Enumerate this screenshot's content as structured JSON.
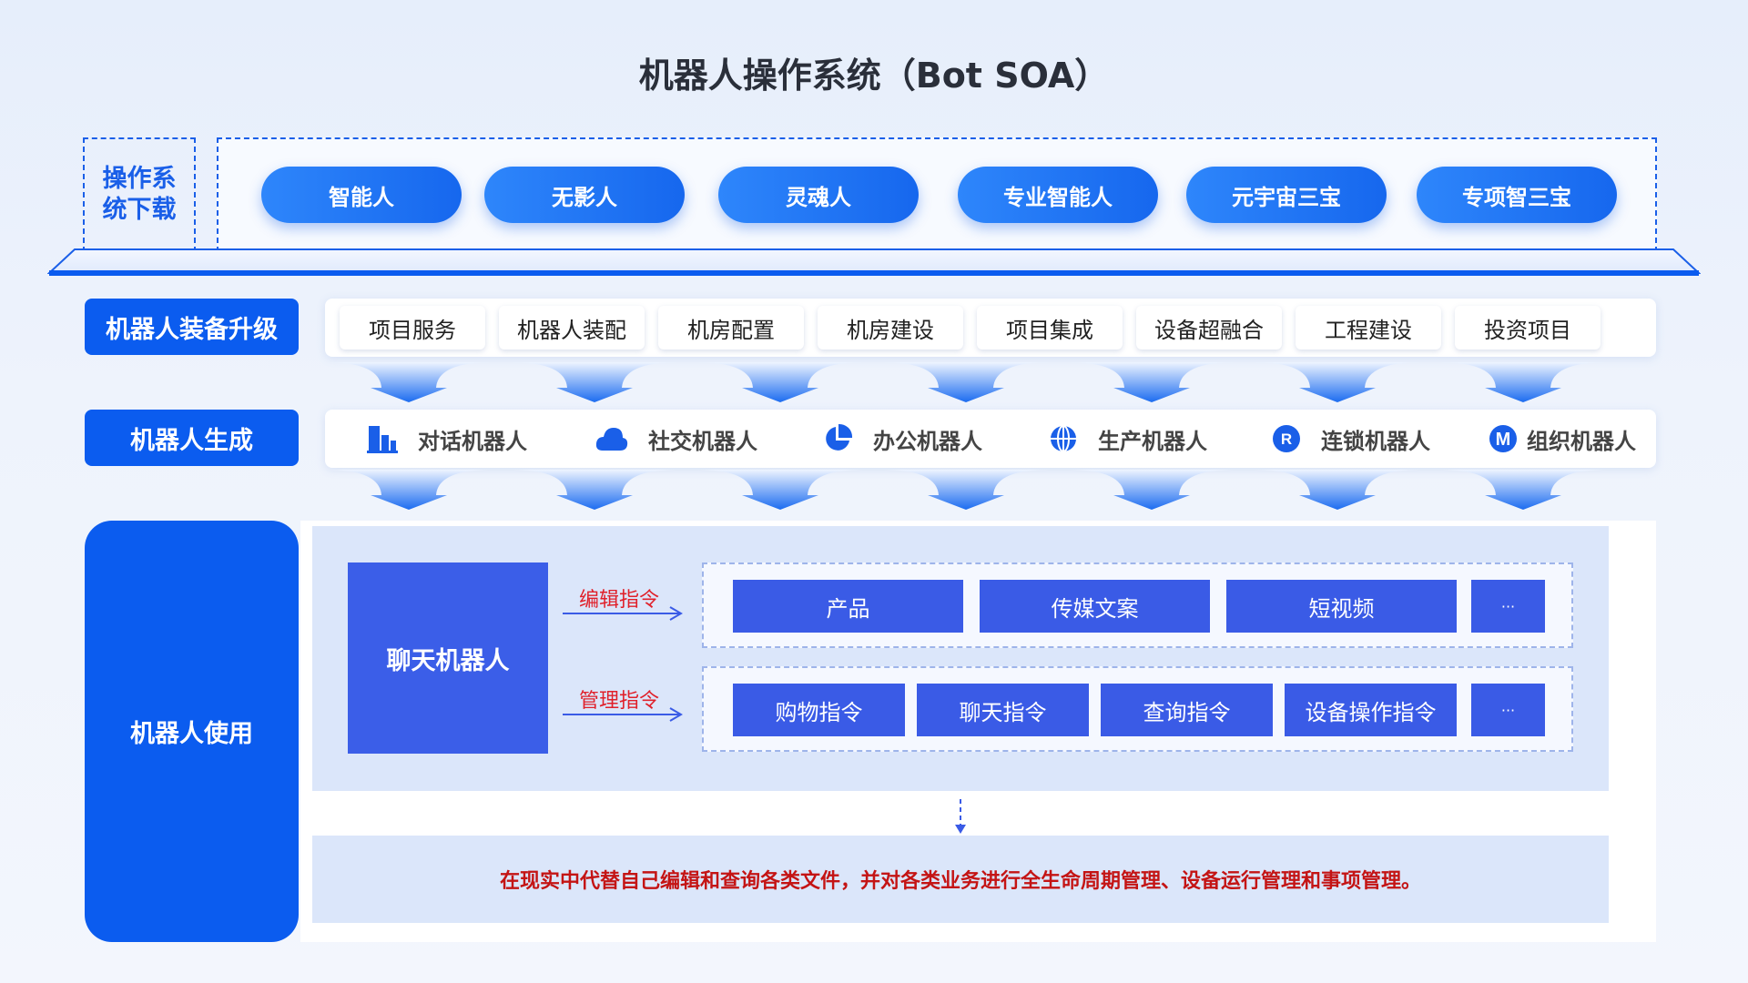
{
  "title": "机器人操作系统（Bot SOA）",
  "os": {
    "label": "操作系统下载",
    "items": [
      "智能人",
      "无影人",
      "灵魂人",
      "专业智能人",
      "元宇宙三宝",
      "专项智三宝"
    ]
  },
  "upgrade": {
    "label": "机器人装备升级",
    "items": [
      "项目服务",
      "机器人装配",
      "机房配置",
      "机房建设",
      "项目集成",
      "设备超融合",
      "工程建设",
      "投资项目"
    ]
  },
  "generation": {
    "label": "机器人生成",
    "items": [
      {
        "label": "对话机器人",
        "icon": "building-icon"
      },
      {
        "label": "社交机器人",
        "icon": "cloud-icon"
      },
      {
        "label": "办公机器人",
        "icon": "pie-chart-icon"
      },
      {
        "label": "生产机器人",
        "icon": "globe-icon"
      },
      {
        "label": "连锁机器人",
        "icon": "r-circle-icon"
      },
      {
        "label": "组织机器人",
        "icon": "m-circle-icon"
      }
    ]
  },
  "usage": {
    "label": "机器人使用",
    "chatbot": "聊天机器人",
    "edit_cmd": "编辑指令",
    "manage_cmd": "管理指令",
    "edit_items": [
      "产品",
      "传媒文案",
      "短视频",
      "···"
    ],
    "manage_items": [
      "购物指令",
      "聊天指令",
      "查询指令",
      "设备操作指令",
      "···"
    ],
    "summary": "在现实中代替自己编辑和查询各类文件，并对各类业务进行全生命周期管理、设备运行管理和事项管理。"
  },
  "colors": {
    "primary": "#0b5cef",
    "accent_red": "#e0202a",
    "block": "#3a5be6"
  }
}
